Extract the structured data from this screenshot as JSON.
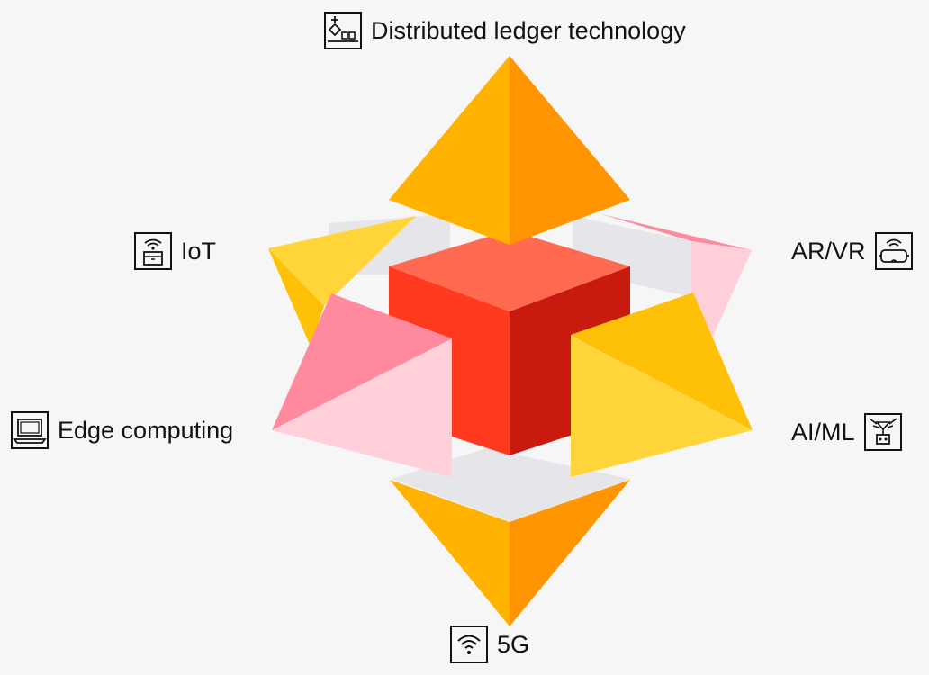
{
  "diagram": {
    "center": "hub-cube",
    "nodes": [
      {
        "id": "dlt",
        "label": "Distributed ledger technology",
        "icon": "ledger-blocks-icon"
      },
      {
        "id": "iot",
        "label": "IoT",
        "icon": "iot-device-icon"
      },
      {
        "id": "arvr",
        "label": "AR/VR",
        "icon": "vr-headset-icon"
      },
      {
        "id": "edge",
        "label": "Edge computing",
        "icon": "laptop-icon"
      },
      {
        "id": "aiml",
        "label": "AI/ML",
        "icon": "robot-icon"
      },
      {
        "id": "5g",
        "label": "5G",
        "icon": "wifi-signal-icon"
      }
    ],
    "colors": {
      "background": "#f6f6f6",
      "cube_top": "#ff6a50",
      "cube_left": "#ff3a1f",
      "cube_right": "#c91a10",
      "plate": "#e6e6ea",
      "orange_light": "#ffb300",
      "orange_dark": "#ff9500",
      "yellow_light": "#ffd53a",
      "yellow_dark": "#ffc107",
      "pink_light": "#ffd0da",
      "pink_dark": "#ff8a9e"
    }
  }
}
